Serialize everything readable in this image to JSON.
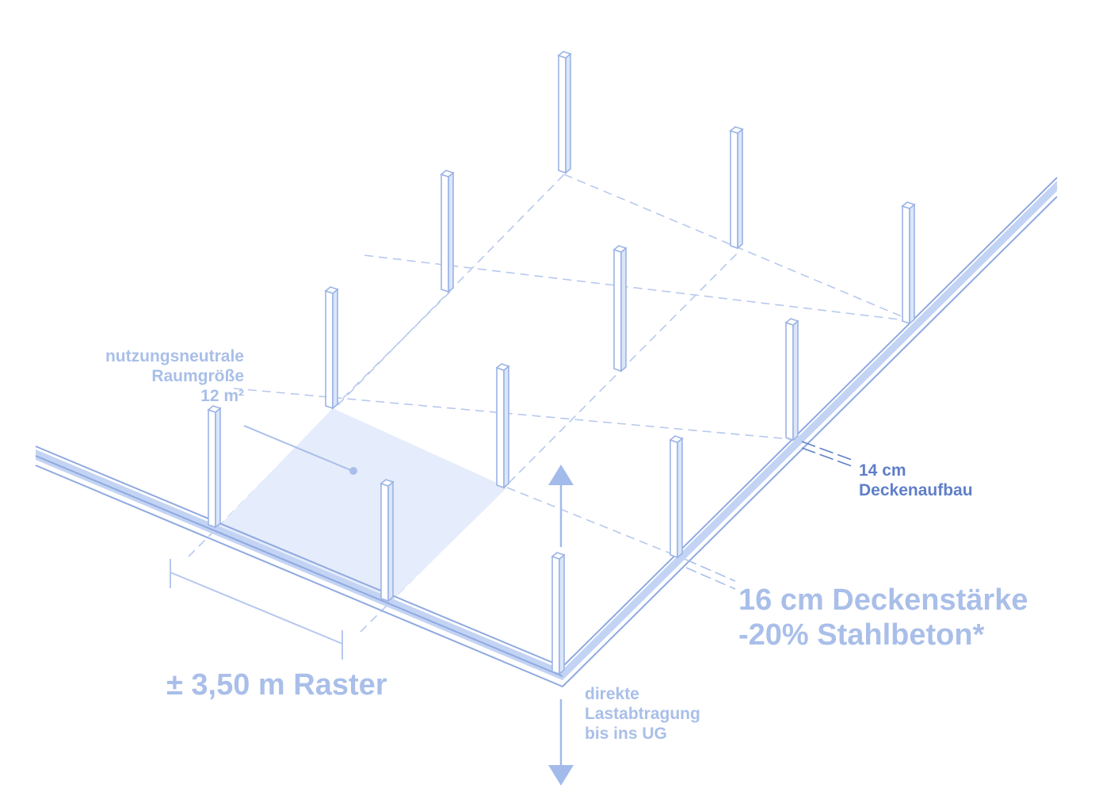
{
  "labels": {
    "room_size_line1": "nutzungsneutrale",
    "room_size_line2": "Raumgröße",
    "room_size_line3": "12 m²",
    "ceiling_build_line1": "14 cm",
    "ceiling_build_line2": "Deckenaufbau",
    "slab_thickness_line1": "16 cm Deckenstärke",
    "slab_thickness_line2": "-20% Stahlbeton*",
    "grid_dimension": "± 3,50 m Raster",
    "load_transfer_line1": "direkte",
    "load_transfer_line2": "Lastabtragung",
    "load_transfer_line3": "bis ins UG"
  },
  "colors": {
    "soft_blue": "#a9bfe9",
    "dark_blue": "#5f7fc8",
    "slab_edge": "#8fa9e0",
    "room_fill": "#e5ecfb"
  },
  "icons": {
    "arrow_up": "arrow-up-icon",
    "arrow_down": "arrow-down-icon"
  }
}
